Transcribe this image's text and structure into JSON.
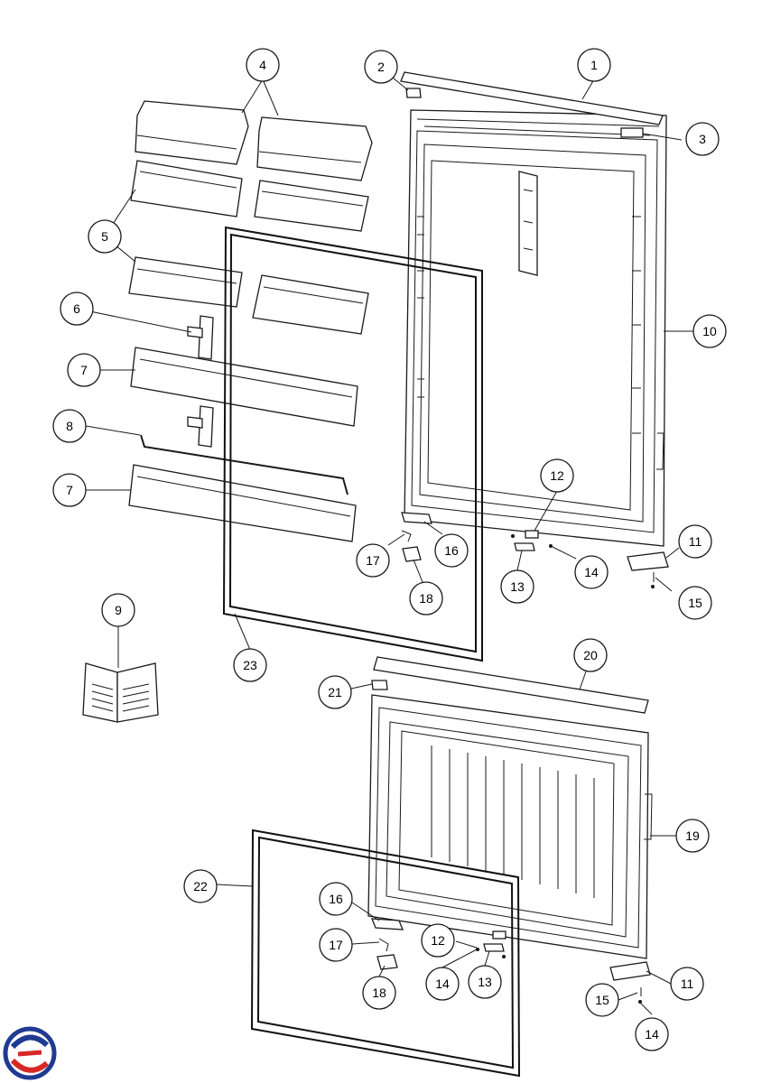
{
  "callouts": [
    {
      "id": "c1",
      "label": "1"
    },
    {
      "id": "c2",
      "label": "2"
    },
    {
      "id": "c3",
      "label": "3"
    },
    {
      "id": "c4",
      "label": "4"
    },
    {
      "id": "c5",
      "label": "5"
    },
    {
      "id": "c6",
      "label": "6"
    },
    {
      "id": "c7a",
      "label": "7"
    },
    {
      "id": "c7b",
      "label": "7"
    },
    {
      "id": "c8",
      "label": "8"
    },
    {
      "id": "c9",
      "label": "9"
    },
    {
      "id": "c10",
      "label": "10"
    },
    {
      "id": "c11a",
      "label": "11"
    },
    {
      "id": "c12a",
      "label": "12"
    },
    {
      "id": "c13a",
      "label": "13"
    },
    {
      "id": "c14a",
      "label": "14"
    },
    {
      "id": "c15a",
      "label": "15"
    },
    {
      "id": "c16a",
      "label": "16"
    },
    {
      "id": "c17a",
      "label": "17"
    },
    {
      "id": "c18a",
      "label": "18"
    },
    {
      "id": "c23",
      "label": "23"
    },
    {
      "id": "c20",
      "label": "20"
    },
    {
      "id": "c21",
      "label": "21"
    },
    {
      "id": "c19",
      "label": "19"
    },
    {
      "id": "c22",
      "label": "22"
    },
    {
      "id": "c16b",
      "label": "16"
    },
    {
      "id": "c17b",
      "label": "17"
    },
    {
      "id": "c12b",
      "label": "12"
    },
    {
      "id": "c14b",
      "label": "14"
    },
    {
      "id": "c13b",
      "label": "13"
    },
    {
      "id": "c18b",
      "label": "18"
    },
    {
      "id": "c11b",
      "label": "11"
    },
    {
      "id": "c15b",
      "label": "15"
    },
    {
      "id": "c14c",
      "label": "14"
    }
  ],
  "logo": {
    "icon": "brand-logo-icon",
    "colors": [
      "#1f3a93",
      "#d62828"
    ]
  }
}
